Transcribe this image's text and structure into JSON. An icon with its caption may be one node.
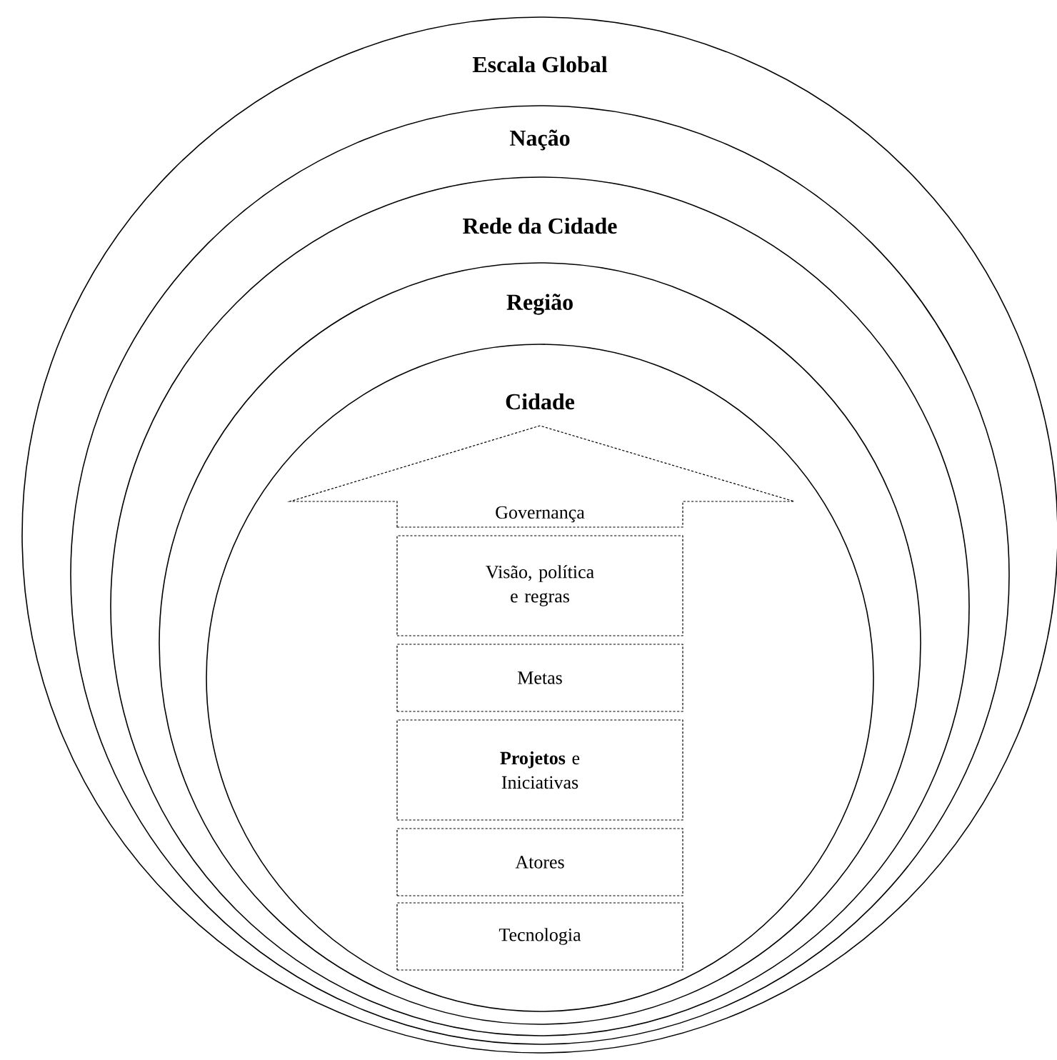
{
  "diagram": {
    "nodes": [
      {
        "text": [
          "Escala Global"
        ]
      },
      {
        "text": [
          "Nação"
        ],
        "in": 0
      },
      {
        "text": [
          "Rede da Cidade"
        ],
        "in": 1
      },
      {
        "text": [
          "Região"
        ],
        "in": 2
      },
      {
        "text": [
          "Cidade"
        ],
        "in": 3
      },
      {
        "text": [
          "Governança"
        ],
        "in": 4
      },
      {
        "text": [
          "Visão, política e regras"
        ],
        "in": 4
      },
      {
        "text": [
          "Metas"
        ],
        "in": 4
      },
      {
        "text": [
          "**Projetos** e Iniciativas"
        ],
        "in": 4
      },
      {
        "text": [
          "Atores"
        ],
        "in": 4
      },
      {
        "text": [
          "Tecnologia"
        ],
        "in": 4
      }
    ]
  }
}
